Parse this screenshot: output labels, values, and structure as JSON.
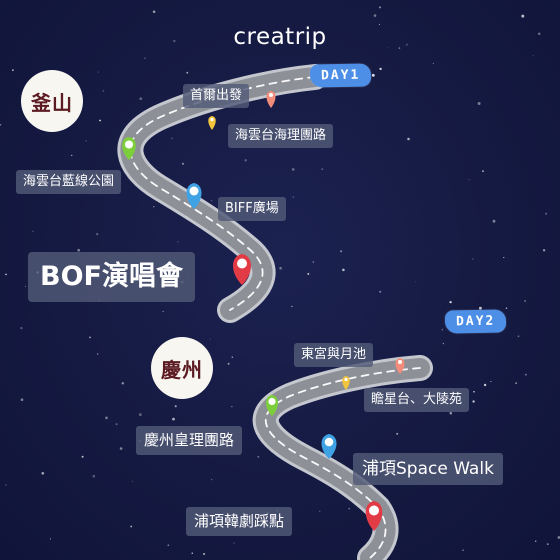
{
  "brand": "creatrip",
  "colors": {
    "background": "#151a42",
    "road": "#8e9097",
    "road_edge": "#d8dade",
    "badge": "#4d8fe6",
    "city_text": "#5c1a22",
    "label_bg": "#525a78",
    "pin_red": "#e23b45",
    "pin_green": "#7ccf3a",
    "pin_blue": "#3fa2e4",
    "pin_yellow": "#f2c53d",
    "pin_orange": "#f28c7a"
  },
  "day1": {
    "badge": "DAY1",
    "city": "釜山",
    "stops": [
      {
        "label": "首爾出發",
        "pin": "orange-pin-icon"
      },
      {
        "label": "海雲台海理團路",
        "pin": "yellow-pin-icon"
      },
      {
        "label": "海雲台藍線公園",
        "pin": "green-pin-icon"
      },
      {
        "label": "BIFF廣場",
        "pin": "blue-pin-icon"
      },
      {
        "label": "BOF演唱會",
        "pin": "red-pin-icon"
      }
    ]
  },
  "day2": {
    "badge": "DAY2",
    "city": "慶州",
    "stops": [
      {
        "label": "東宮與月池",
        "pin": "orange-pin-icon"
      },
      {
        "label": "瞻星台、大陵苑",
        "pin": "yellow-pin-icon"
      },
      {
        "label": "慶州皇理團路",
        "pin": "green-pin-icon"
      },
      {
        "label": "浦項Space Walk",
        "pin": "blue-pin-icon"
      },
      {
        "label": "浦項韓劇踩點",
        "pin": "red-pin-icon"
      }
    ]
  }
}
